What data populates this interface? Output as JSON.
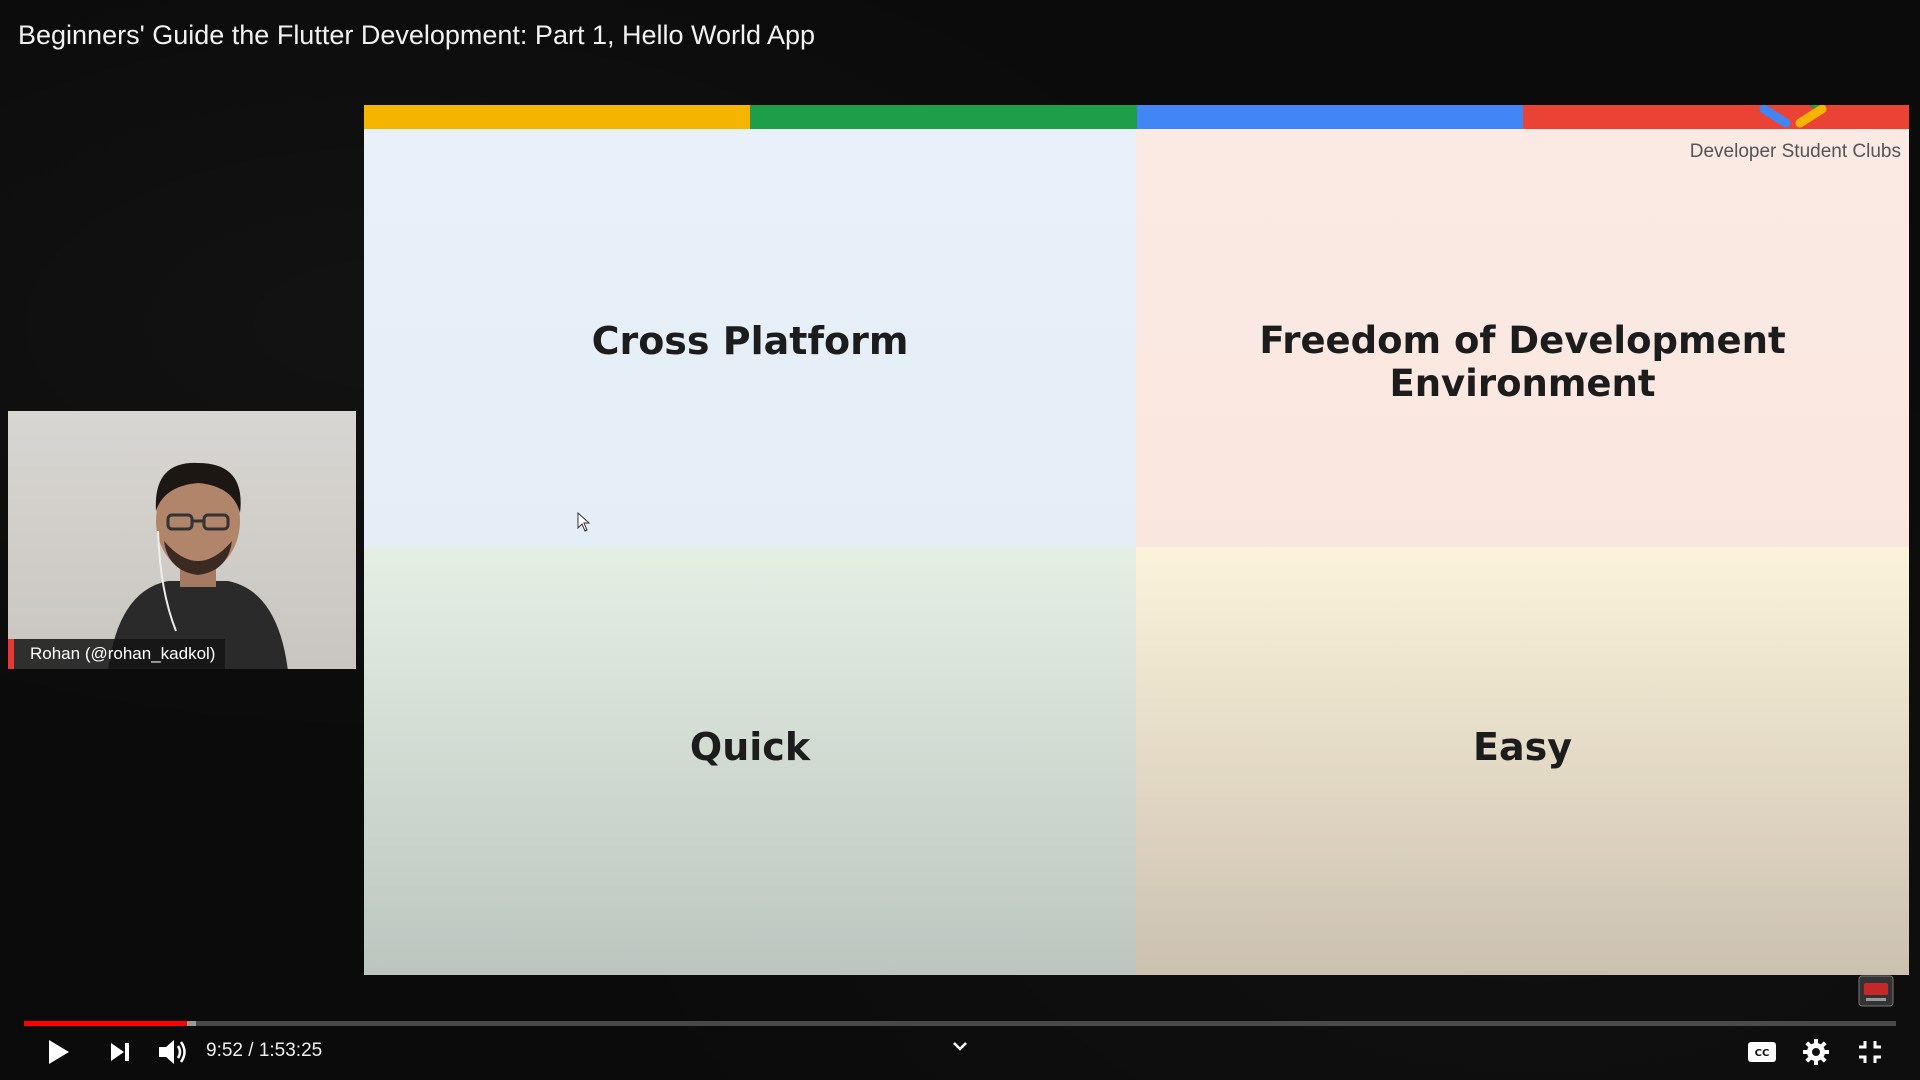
{
  "video": {
    "title": "Beginners' Guide the Flutter Development: Part 1, Hello World App"
  },
  "slide": {
    "brand": "Developer Student Clubs",
    "color_bar": [
      "#f4b400",
      "#1e9e49",
      "#4285f4",
      "#ea4335"
    ],
    "quadrants": {
      "top_left": "Cross Platform",
      "top_right": "Freedom of Development Environment",
      "bottom_left": "Quick",
      "bottom_right": "Easy"
    }
  },
  "webcam": {
    "speaker": "Rohan (@rohan_kadkol)"
  },
  "player": {
    "current_time": "9:52",
    "separator": " / ",
    "duration": "1:53:25",
    "progress_fraction": 0.087,
    "buffered_fraction": 0.092,
    "accent_color": "#ff0000",
    "icons": [
      "play-icon",
      "next-icon",
      "volume-icon",
      "chevron-down-icon",
      "captions-icon",
      "settings-icon",
      "exit-fullscreen-icon"
    ]
  }
}
